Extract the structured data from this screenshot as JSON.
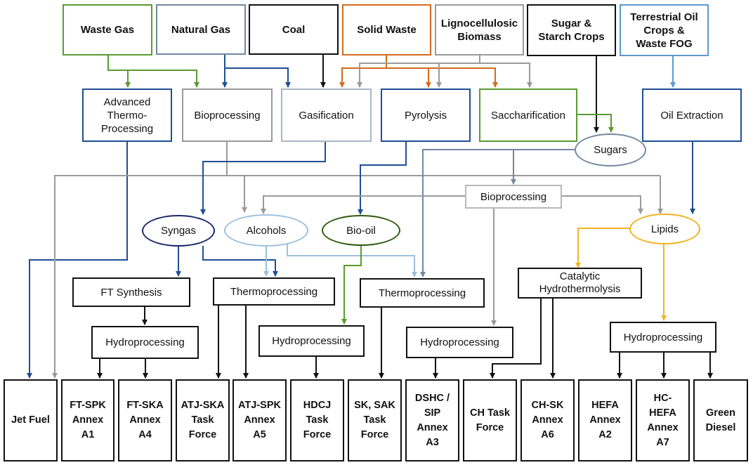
{
  "colors": {
    "green": "#5b9a32",
    "slate": "#72889f",
    "black": "#111111",
    "orange": "#d46a1f",
    "gray": "#9a9a9a",
    "lightblue": "#5b9bd0",
    "navy": "#1f4e96",
    "darkgreen": "#2d5a0e",
    "gold": "#f0b323",
    "darknavy": "#1b2a6b",
    "paleblue": "#9cc0dc",
    "lightslate": "#a9b6c6"
  },
  "feedstocks": {
    "waste_gas": "Waste Gas",
    "natural_gas": "Natural Gas",
    "coal": "Coal",
    "solid_waste": "Solid Waste",
    "lignocellulosic": "Lignocellulosic\nBiomass",
    "sugar_starch": "Sugar &\nStarch Crops",
    "oil_crops": "Terrestrial Oil\nCrops &\nWaste FOG"
  },
  "processes": {
    "advanced_thermo": "Advanced\nThermo-\nProcessing",
    "bioprocessing_top": "Bioprocessing",
    "gasification": "Gasification",
    "pyrolysis": "Pyrolysis",
    "saccharification": "Saccharification",
    "oil_extraction": "Oil Extraction",
    "bioprocessing_mid": "Bioprocessing"
  },
  "intermediates": {
    "sugars": "Sugars",
    "syngas": "Syngas",
    "alcohols": "Alcohols",
    "bio_oil": "Bio-oil",
    "lipids": "Lipids"
  },
  "conversion": {
    "ft_synthesis": "FT Synthesis",
    "thermo_1": "Thermoprocessing",
    "thermo_2": "Thermoprocessing",
    "catalytic": "Catalytic\nHydrothermolysis",
    "hydro_1": "Hydroprocessing",
    "hydro_2": "Hydroprocessing",
    "hydro_3": "Hydroprocessing",
    "hydro_4": "Hydroprocessing"
  },
  "outputs": {
    "jet_fuel": "Jet Fuel",
    "ft_spk": "FT-SPK\nAnnex\nA1",
    "ft_ska": "FT-SKA\nAnnex\nA4",
    "atj_ska": "ATJ-SKA\nTask\nForce",
    "atj_spk": "ATJ-SPK\nAnnex\nA5",
    "hdcj": "HDCJ\nTask\nForce",
    "sk_sak": "SK, SAK\nTask\nForce",
    "dshc_sip": "DSHC /\nSIP\nAnnex\nA3",
    "ch_task": "CH Task\nForce",
    "ch_sk": "CH-SK\nAnnex\nA6",
    "hefa": "HEFA\nAnnex\nA2",
    "hc_hefa": "HC-\nHEFA\nAnnex\nA7",
    "green_diesel": "Green\nDiesel"
  }
}
